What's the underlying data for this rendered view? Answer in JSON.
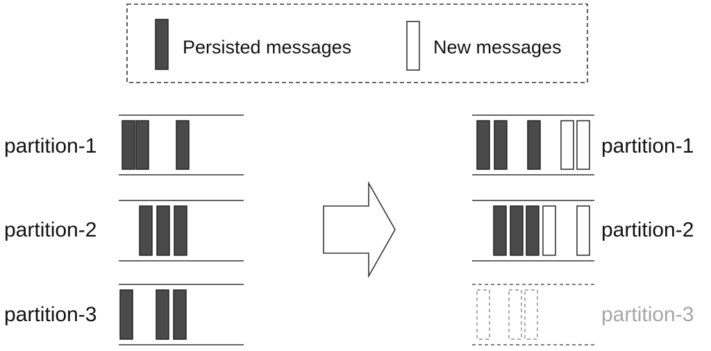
{
  "legend": {
    "persisted_label": "Persisted messages",
    "new_label": "New messages"
  },
  "before": {
    "partitions": [
      {
        "label": "partition-1",
        "messages": [
          "persisted",
          "persisted",
          "persisted"
        ]
      },
      {
        "label": "partition-2",
        "messages": [
          "persisted",
          "persisted",
          "persisted"
        ]
      },
      {
        "label": "partition-3",
        "messages": [
          "persisted",
          "persisted",
          "persisted"
        ]
      }
    ]
  },
  "after": {
    "partitions": [
      {
        "label": "partition-1",
        "state": "active",
        "messages": [
          "persisted",
          "persisted",
          "persisted",
          "new",
          "new"
        ]
      },
      {
        "label": "partition-2",
        "state": "active",
        "messages": [
          "persisted",
          "persisted",
          "persisted",
          "new",
          "new"
        ]
      },
      {
        "label": "partition-3",
        "state": "removed",
        "messages": [
          "removed",
          "removed",
          "removed"
        ]
      }
    ]
  },
  "colors": {
    "persisted_fill": "#4a4a4a",
    "line": "#333333",
    "faded": "#a6a6a6"
  }
}
